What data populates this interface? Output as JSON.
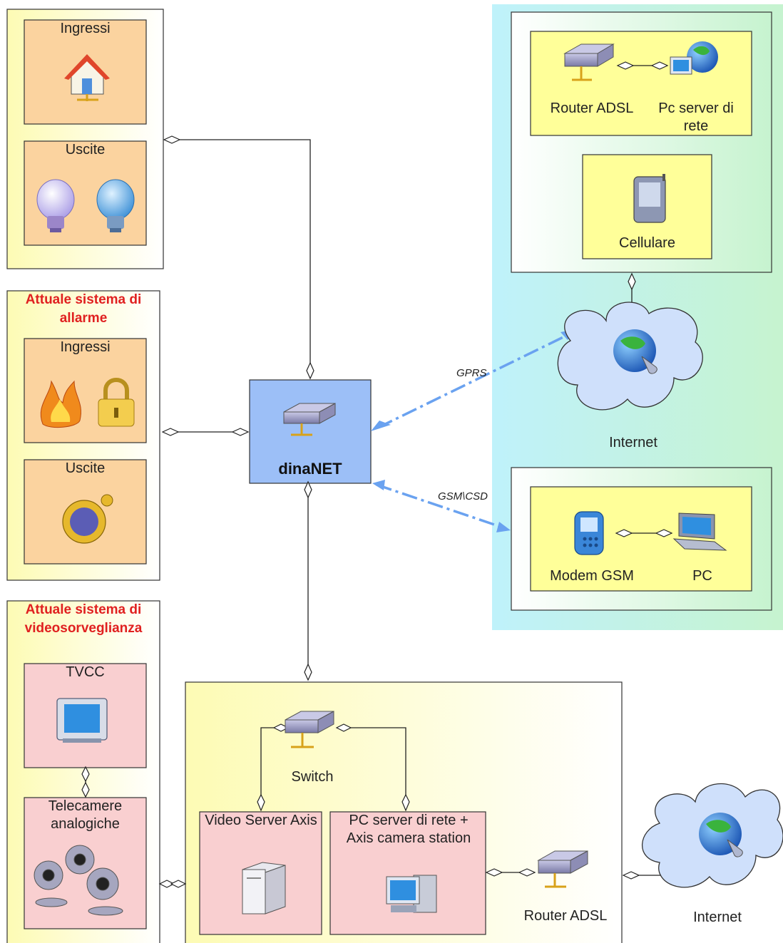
{
  "left_panel": {
    "top_group": {
      "inputs_title": "Ingressi",
      "outputs_title": "Uscite"
    },
    "alarm_group": {
      "title": "Attuale sistema di allarme",
      "inputs_title": "Ingressi",
      "outputs_title": "Uscite"
    },
    "video_group": {
      "title": "Attuale sistema di videosorveglianza",
      "tvcc_title": "TVCC",
      "cameras_title": "Telecamere analogiche"
    }
  },
  "center": {
    "device_label": "dinaNET"
  },
  "remote": {
    "router_label": "Router ADSL",
    "pc_server_label": "Pc server di rete",
    "phone_label": "Cellulare",
    "internet_label": "Internet",
    "gprs_label": "GPRS",
    "gsm_label": "GSM\\CSD",
    "modem_label": "Modem GSM",
    "pc_label": "PC"
  },
  "lan": {
    "switch_label": "Switch",
    "video_server_label": "Video Server Axis",
    "pc_station_label": "PC server di rete + Axis camera station",
    "router_label": "Router ADSL",
    "internet_label": "Internet"
  },
  "colors": {
    "peach_box": "#fbd39f",
    "pink_box": "#f9cfd0",
    "yellow_box": "#ffff99",
    "center_box": "#9cbff7",
    "link_blue": "#6aa2f0",
    "alarm_title_red": "#e02020"
  }
}
